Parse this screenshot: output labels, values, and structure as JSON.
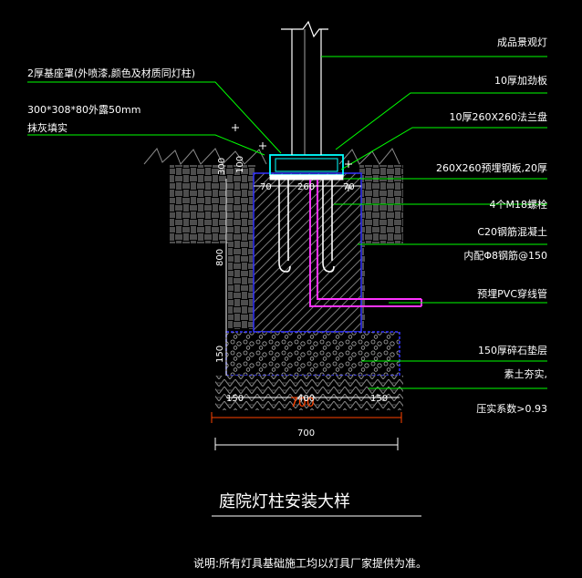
{
  "drawing": {
    "title": "庭院灯柱安装大样",
    "note": "说明:所有灯具基础施工均以灯具厂家提供为准。"
  },
  "labels_left": {
    "cover": "2厚基座罩(外喷漆,颜色及材质同灯柱)",
    "pedestal": "300*308*80外露50mm",
    "fill": "抹灰填实"
  },
  "labels_right": {
    "lamp": "成品景观灯",
    "plate_10": "10厚加劲板",
    "flange": "10厚260X260法兰盘",
    "embed_plate": "260X260预埋钢板,20厚",
    "bolts": "4个M18螺栓",
    "concrete": "C20钢筋混凝土",
    "rebar": "内配Φ8钢筋@150",
    "pvc": "预埋PVC穿线管",
    "gravel": "150厚碎石垫层",
    "soil": "素土夯实,",
    "compaction": "压实系数>0.93"
  },
  "dimensions": {
    "top_left": "70",
    "top_mid": "260",
    "top_right": "70",
    "height_top": "300",
    "height_lip": "100",
    "height_body": "800",
    "height_gravel": "150",
    "base_left": "150",
    "base_mid": "400",
    "base_right": "150",
    "base_total": "700",
    "base_overlay": "700"
  },
  "colors": {
    "background": "#000000",
    "text": "#ffffff",
    "leader": "#00ff00",
    "outline": "#0000ff",
    "dimension": "#ff3300",
    "cover": "#00ffff",
    "pvc": "#ff00ff",
    "hatch": "#7f7f7f"
  }
}
